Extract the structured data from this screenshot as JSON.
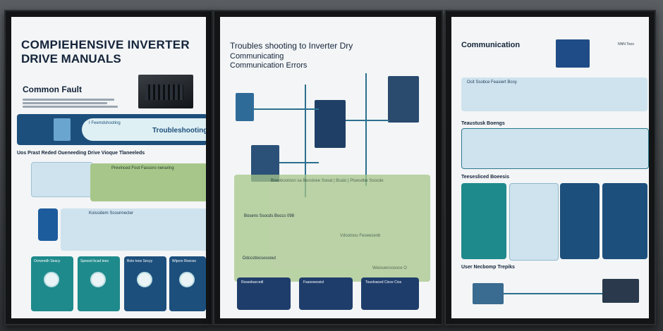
{
  "poster1": {
    "title_line1": "COMPIEHENSIVE INVERTER",
    "title_line2": "DRIVE MANUALS",
    "common_fault": "Common Fault",
    "banner_label": "Troubleshooting",
    "banner_small": "I Feemdshooting",
    "section_title": "Uos Prast Reded Oueneeding Drive Vioque Tlaneeleds",
    "green_header": "Previnced Foot Fassoro nenaring",
    "diagram_label": "Koissidem Scounnecter",
    "card_titles": [
      "Oorwredh Seacy",
      "Spesod bcad tees",
      "Boto toos Secyy",
      "Wipcre Roeces"
    ]
  },
  "poster2": {
    "title_line1": "Troubles shooting to Inverter Dry",
    "title_line2": "Communicating",
    "title_line3": "Communication Errors",
    "center_label": "Boeobootoon sa Bessloee Sooat | Bsalo | Ploeodbe Soocde",
    "left_label": "Bosens Ssocds Boccs 098",
    "bottom_label": "Ddccstlocsosoout",
    "green_label": "Vdootoou Feoeecenb",
    "green_label2": "Weiouwroosoce O",
    "footer_boxes": [
      "Rossobaccedl",
      "Fsaoosessiol",
      "Touoloaced Cioce Cios"
    ]
  },
  "poster3": {
    "title": "Communication",
    "top_right": "NNN Tooo",
    "panel1_label": "Ocit Ssobce Feasiert Bcoy",
    "section2": "Teaustusk Boengs",
    "section3": "Teesesliced Boeesis",
    "section4": "User Necbomp Trepiks"
  },
  "colors": {
    "navy": "#1d4f7c",
    "teal": "#1f8a8c",
    "green": "#a7c78a",
    "lightblue": "#cfe3ee"
  }
}
